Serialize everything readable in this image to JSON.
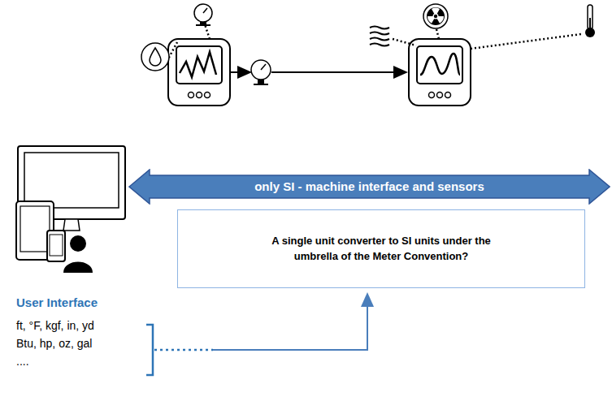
{
  "diagram": {
    "nodes": [
      {
        "text": [
          "only SI - machine interface and sensors"
        ]
      },
      {
        "text": [
          "A single unit converter to SI units under the umbrella of the Meter Convention?"
        ]
      }
    ],
    "labels": [
      "User Interface",
      "ft, °F, kgf, in, yd",
      "Btu, hp, oz, gal",
      "...."
    ]
  }
}
